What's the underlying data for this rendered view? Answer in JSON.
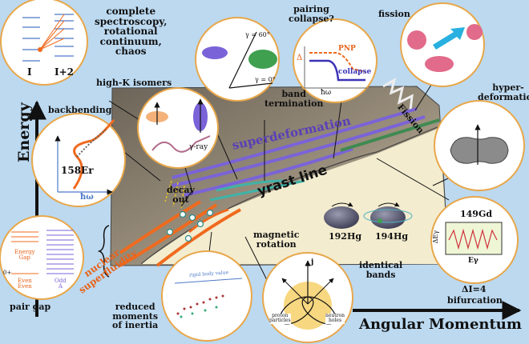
{
  "axes": {
    "y_label": "Energy",
    "x_label": "Angular Momentum"
  },
  "labels": {
    "complete_spectroscopy": [
      "complete",
      "spectroscopy,",
      "rotational",
      "continuum,",
      "chaos"
    ],
    "pairing_collapse": [
      "pairing",
      "collapse?"
    ],
    "fission": "fission",
    "hyper_deformation": [
      "hyper-",
      "deformation"
    ],
    "high_k_isomers": "high-K isomers",
    "band_termination": [
      "band",
      "termination"
    ],
    "backbending": "backbending",
    "superdeformation": "superdeformation",
    "fission_region": "Fission",
    "yrast_line": "yrast line",
    "decay_out": [
      "decay",
      "out"
    ],
    "magnetic_rotation": [
      "magnetic",
      "rotation"
    ],
    "identical_bands": [
      "identical",
      "bands"
    ],
    "delta_i4": "ΔI=4",
    "bifurcation": "bifurcation",
    "pair_gap": "pair gap",
    "nuclear_superfluidity": [
      "nuclear",
      "superfluidity"
    ],
    "reduced_moments": [
      "reduced",
      "moments",
      "of inertia"
    ]
  },
  "insets": {
    "spectrum_i": "I",
    "spectrum_i2": "I+2",
    "er158": "158Er",
    "hbar_omega": "ħω",
    "gamma_ray": "γ-ray",
    "gamma60": "γ = 60°",
    "gamma0": "γ = 0°",
    "pnp": "PNP",
    "collapse": "collapse",
    "delta": "Δ",
    "hg192": "192Hg",
    "hg194": "194Hg",
    "gd149": "149Gd",
    "delta_egamma": "ΔEγ",
    "egamma": "Eγ",
    "energy_gap": [
      "Energy",
      "Gap"
    ],
    "even_even": [
      "Even",
      "Even"
    ],
    "odd_a": [
      "Odd",
      "A"
    ],
    "zero_plus": "0+",
    "rigid_body": "rigid body value",
    "j_label": "j",
    "proton_particles": [
      "proton",
      "particles"
    ],
    "neutron_holes": [
      "neutron",
      "holes"
    ]
  },
  "colors": {
    "background": "#bcd9f0",
    "panel_dark": "#7d7466",
    "panel_light": "#f3eccf",
    "orange": "#f06a1e",
    "purple": "#7a63d8",
    "green": "#3f8a52",
    "teal": "#3fb3a8",
    "inset_border": "#e8a74a"
  }
}
